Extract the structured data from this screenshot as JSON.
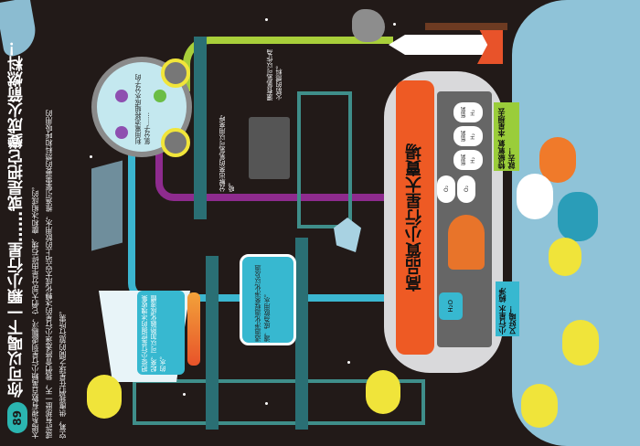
{
  "page": {
    "number": "89",
    "title": "你可以喝下一顆小行星……或是把它變成火箭燃料！",
    "intro_lines": [
      "太陽系裡有數百萬顆小行星到處飄浮，它們大部分是由碎石塊、塵和冰組成的。",
      "或許有那麼一天，我們會將遙遠小行星的冰轉化成太空站上的飲用水，推進引擎需要的燃料和呼吸用的",
      "空氣，供應我們在星球之間的旅行所需。"
    ]
  },
  "factory": {
    "banner": "高品質小行星大賣場",
    "tanks_oxygen": [
      {
        "label": "氧氣",
        "formula": "O₂"
      },
      {
        "label": "氧氣",
        "formula": "O₂"
      }
    ],
    "tanks_hydrogen": [
      {
        "label": "氫氣",
        "formula": "H₂"
      },
      {
        "label": "氫氣",
        "formula": "H₂"
      },
      {
        "label": "氫氣",
        "formula": "H₂"
      }
    ],
    "water_tap": "H₂O"
  },
  "callouts": {
    "electrolysis": "利用電流將組成水分子的氫分子……",
    "oxygen_breath": "分解出來的氧氣可以用來呼吸。",
    "hydrogen_fuel": "還有氫氣可以作為火箭的燃料。",
    "melt_ice": "把從小行星挖掘的冰塊收集起來，可以加熱融化成液體的水。",
    "purify": "透過淨化過程來淨化以及過濾，成為飲用水。",
    "special_oxygen": "特級氧氣 本星想去就去！",
    "asteroid_water": "小行星水 純淨又好喝！"
  },
  "molecules": {
    "hydrogen_label": "氫分子",
    "oxygen_label": "氧分子",
    "h": "H",
    "o": "O"
  },
  "colors": {
    "space": "#221a18",
    "ice": "#8fc3d8",
    "banner_orange": "#ee5a24",
    "pipe_green": "#a8cf3a",
    "pipe_purple": "#8e2b8e",
    "pipe_cyan": "#3bb6d0",
    "ladder_teal": "#3f8e8a",
    "label_green": "#9acd3a",
    "label_cyan": "#37b8d0",
    "page_badge": "#2bb5b0"
  }
}
